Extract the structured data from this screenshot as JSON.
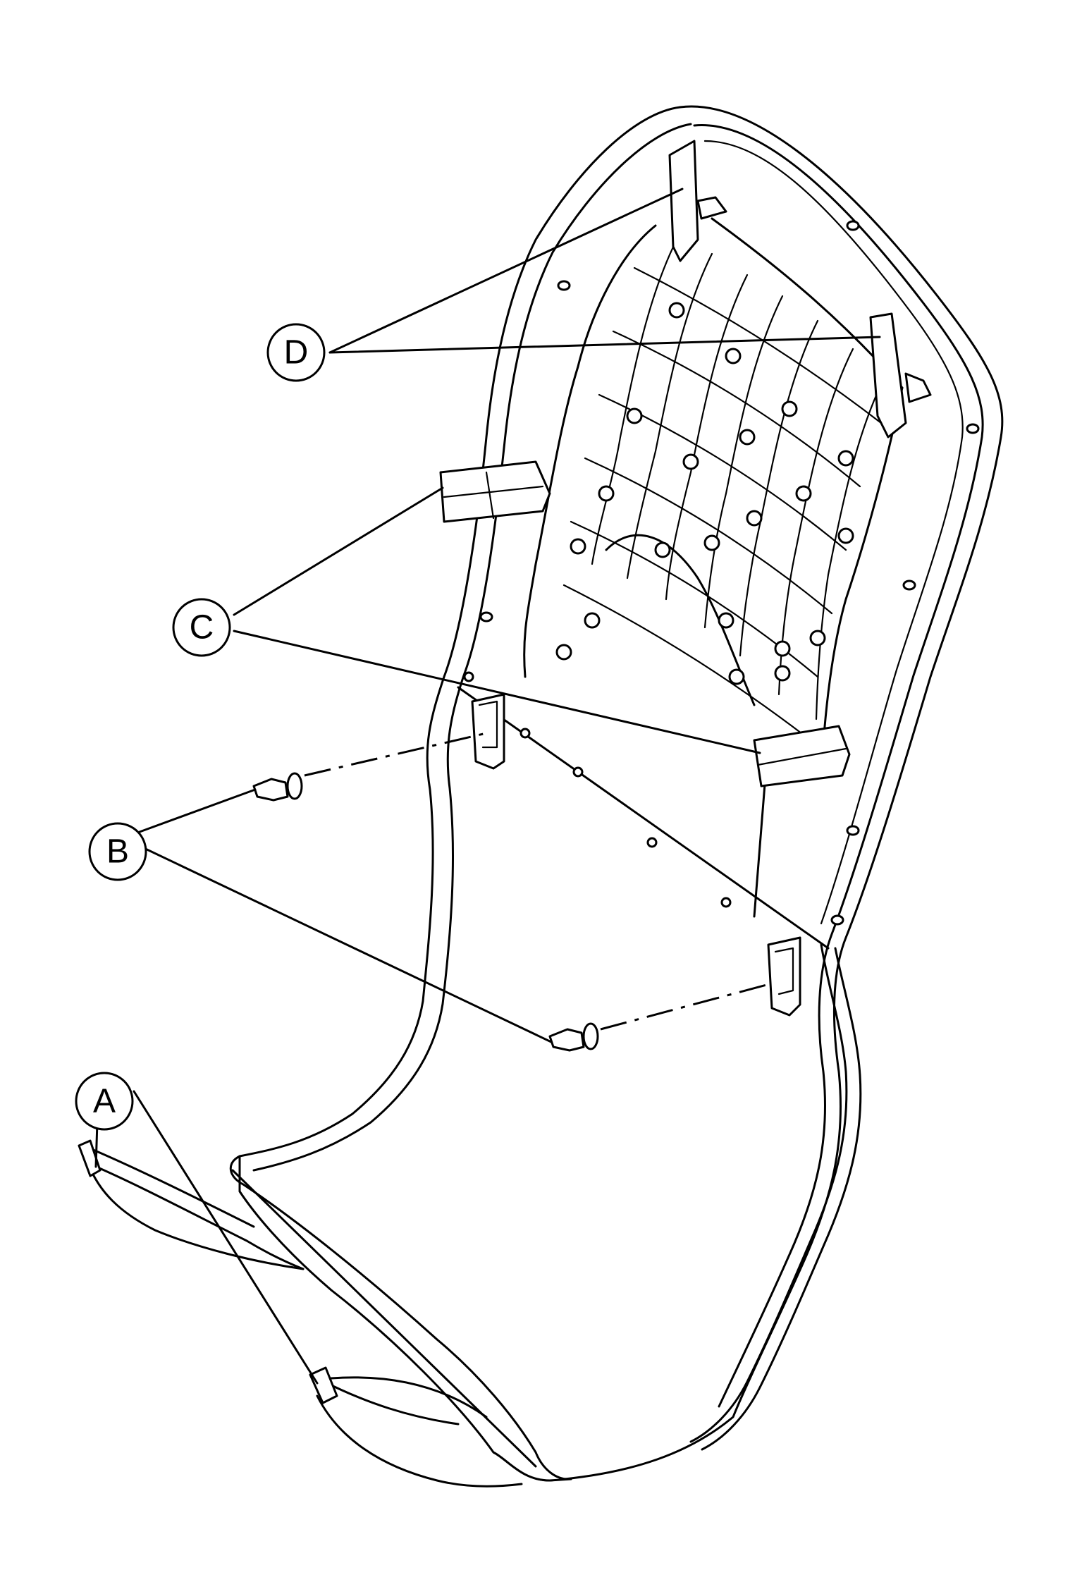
{
  "diagram": {
    "callouts": [
      {
        "id": "D",
        "label": "D"
      },
      {
        "id": "C",
        "label": "C"
      },
      {
        "id": "B",
        "label": "B"
      },
      {
        "id": "A",
        "label": "A"
      }
    ]
  }
}
